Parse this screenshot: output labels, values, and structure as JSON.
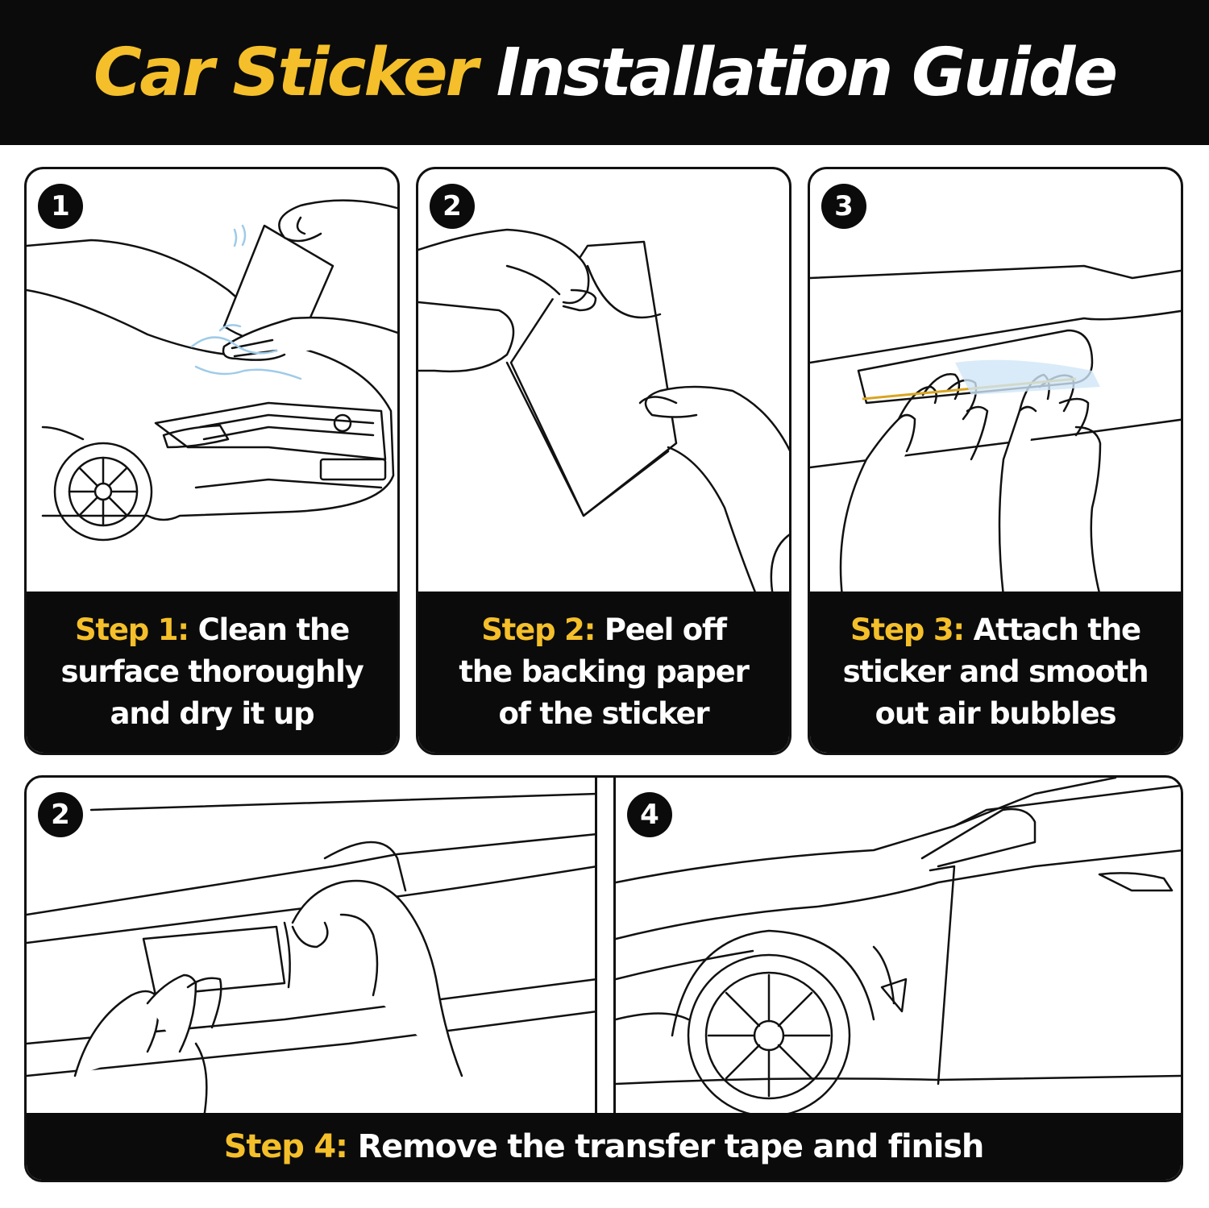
{
  "header": {
    "title_accent": "Car Sticker",
    "title_rest": "Installation Guide"
  },
  "colors": {
    "accent": "#f4bf2a",
    "dark": "#0b0b0b",
    "water": "#9fcbe8"
  },
  "panels": [
    {
      "badge": "1",
      "step_label": "Step 1:",
      "line1_rest": "Clean the",
      "line2": "surface thoroughly",
      "line3": "and dry it up"
    },
    {
      "badge": "2",
      "step_label": "Step 2:",
      "line1_rest": "Peel off",
      "line2": "the backing paper",
      "line3": "of the sticker"
    },
    {
      "badge": "3",
      "step_label": "Step 3:",
      "line1_rest": "Attach the",
      "line2": "sticker and smooth",
      "line3": "out air bubbles"
    }
  ],
  "bottom": {
    "left_badge": "2",
    "right_badge": "4",
    "step_label": "Step 4:",
    "text": "Remove the transfer tape and finish"
  },
  "icons": {
    "panel1": "cleaning-car-hood-illustration",
    "panel2": "peeling-backing-paper-illustration",
    "panel3": "smoothing-sticker-illustration",
    "panel4": "removing-transfer-tape-illustration",
    "panel5": "finished-car-side-illustration"
  }
}
